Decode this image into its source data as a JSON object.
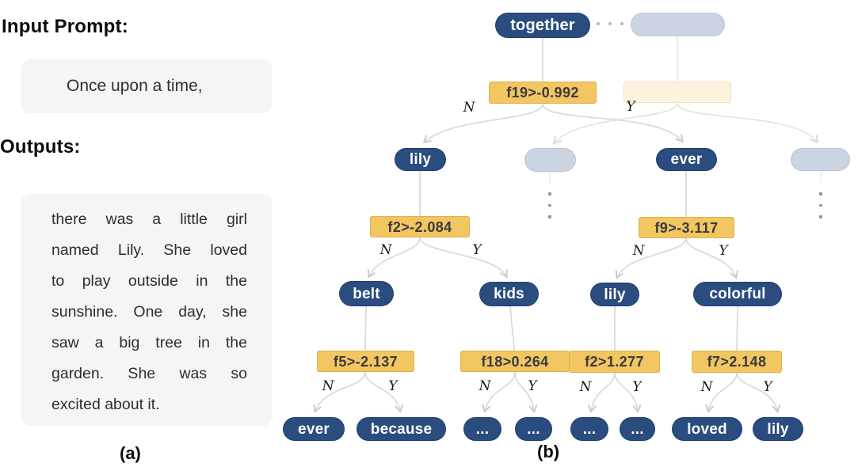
{
  "panel_a": {
    "input_heading": "Input Prompt:",
    "input_text": "Once upon a time,",
    "outputs_heading": "Outputs:",
    "output_lines": [
      "there was a little girl",
      "named Lily. She loved",
      "to play outside in the",
      "sunshine. One day, she",
      "saw a big tree in the",
      "garden. She was so",
      "excited about it."
    ],
    "caption": "(a)"
  },
  "tree": {
    "caption": "(b)",
    "branch_labels": {
      "no": "N",
      "yes": "Y"
    },
    "tokens": {
      "root": "together",
      "l2_left": "lily",
      "l2_right": "ever",
      "l3_belt": "belt",
      "l3_kids": "kids",
      "l3_lily": "lily",
      "l3_colorful": "colorful",
      "leaf_ever": "ever",
      "leaf_because": "because",
      "leaf_dots_1": "...",
      "leaf_dots_2": "...",
      "leaf_dots_3": "...",
      "leaf_dots_4": "...",
      "leaf_loved": "loved",
      "leaf_lily": "lily"
    },
    "decisions": {
      "root": "f19>-0.992",
      "l2_left": "f2>-2.084",
      "l2_right": "f9>-3.117",
      "l3_belt": "f5>-2.137",
      "l3_kids": "f18>0.264",
      "l3_lily": "f2>1.277",
      "l3_colorful": "f7>2.148"
    },
    "ellipsis": {
      "horizontal": "· · ·",
      "vertical": "⋮"
    },
    "colors": {
      "token_fill": "#2b4c7e",
      "token_text": "#ffffff",
      "hidden_token_fill": "#ccd4e2",
      "decision_fill": "#f2c661",
      "hidden_decision_fill": "#fcf3dc",
      "edge": "#d9d9d9",
      "panel_background": "#f5f5f6"
    }
  }
}
